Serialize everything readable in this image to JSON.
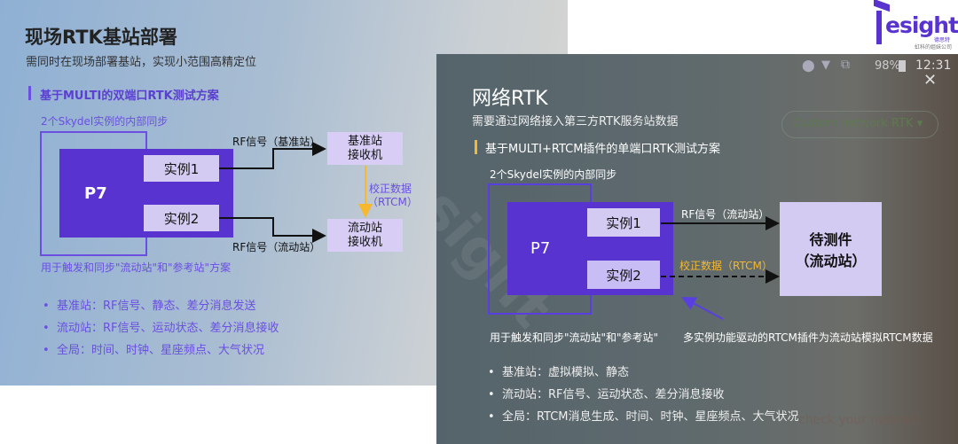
{
  "left": {
    "title": "现场RTK基站部署",
    "subtitle": "需同时在现场部署基站，实现小范围高精定位",
    "section": "基于MULTI的双端口RTK测试方案",
    "sync_label": "2个Skydel实例的内部同步",
    "p7": "P7",
    "instance1": "实例1",
    "instance2": "实例2",
    "rf_base": "RF信号（基准站）",
    "rf_rover": "RF信号（流动站）",
    "base_receiver": "基准站\n接收机",
    "rover_receiver": "流动站\n接收机",
    "correction_1": "校正数据",
    "correction_2": "（RTCM）",
    "caption": "用于触发和同步\"流动站\"和\"参考站\"方案",
    "bullets": [
      "基准站：RF信号、静态、差分消息发送",
      "流动站：RF信号、运动状态、差分消息接收",
      "全局：时间、时钟、星座频点、大气状况"
    ]
  },
  "right": {
    "status": {
      "battery": "98%",
      "time": "12:31"
    },
    "title": "网络RTK",
    "subtitle": "需要通过网络接入第三方RTK服务站数据",
    "dropdown": "Custom network RTK",
    "section": "基于MULTI+RTCM插件的单端口RTK测试方案",
    "sync_label": "2个Skydel实例的内部同步",
    "p7": "P7",
    "instance1": "实例1",
    "instance2": "实例2",
    "rf_rover": "RF信号（流动站）",
    "correction": "校正数据（RTCM）",
    "dut_1": "待测件",
    "dut_2": "（流动站）",
    "caption_left": "用于触发和同步\"流动站\"和\"参考站\"",
    "caption_right": "多实例功能驱动的RTCM插件为流动站模拟RTCM数据",
    "bullets": [
      "基准站：虚拟模拟、静态",
      "流动站：RF信号、运动状态、差分消息接收",
      "全局：RTCM消息生成、时间、时钟、星座频点、大气状况"
    ],
    "faint_text": "check your network"
  },
  "logo": {
    "brand": "esight",
    "cn": "德思特",
    "tagline": "虹科的姐妹公司"
  },
  "colors": {
    "purple": "#5833cf",
    "light_purple": "#d4cbf3",
    "yellow": "#f5b82e",
    "accent_text": "#6a4fe0"
  }
}
